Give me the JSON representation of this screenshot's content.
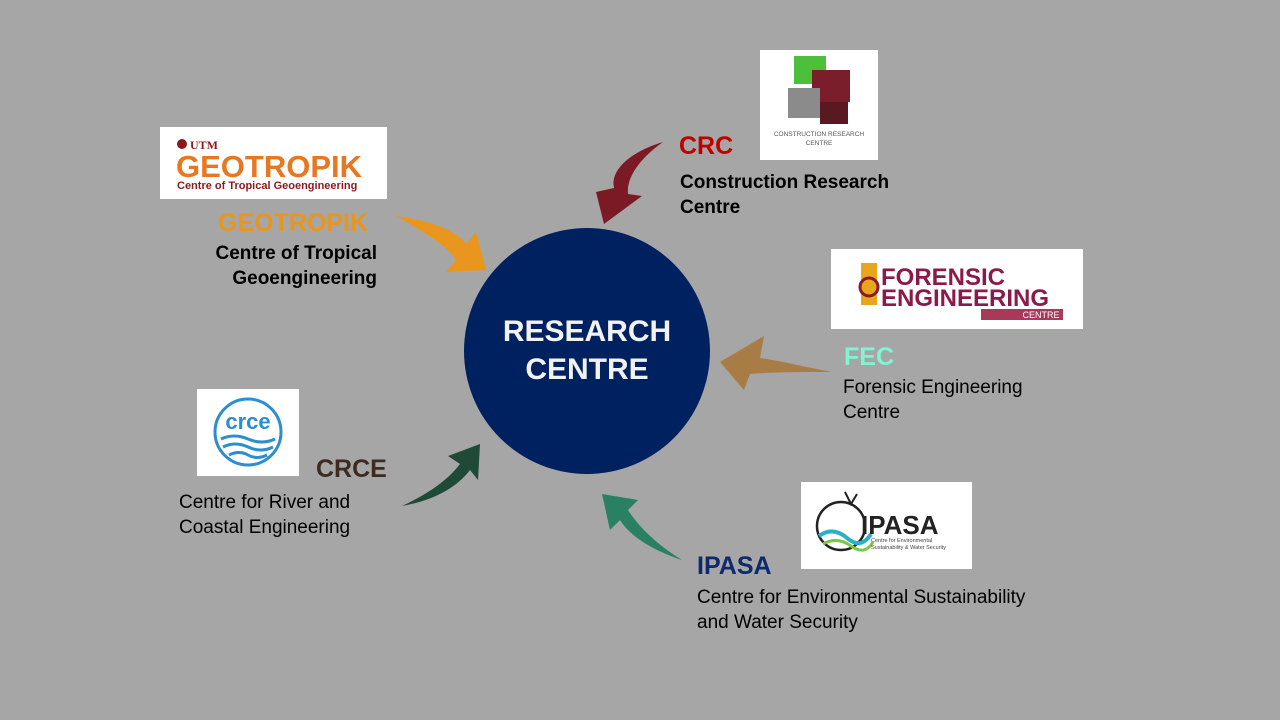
{
  "hub": {
    "line1": "RESEARCH",
    "line2": "CENTRE",
    "fill": "#00215f"
  },
  "centres": {
    "crc": {
      "acronym": "CRC",
      "color": "#c00000",
      "desc1": "Construction Research",
      "desc2": "Centre",
      "logo_text1": "CONSTRUCTION RESEARCH",
      "logo_text2": "CENTRE",
      "arrow_color": "#7b1a25"
    },
    "geotropik": {
      "acronym": "GEOTROPIK",
      "color": "#e8961e",
      "desc1": "Centre of Tropical",
      "desc2": "Geoengineering",
      "logo_utm": "UTM",
      "logo_word": "GEOTROPIK",
      "logo_sub": "Centre of Tropical Geoengineering",
      "arrow_color": "#e8961e"
    },
    "fec": {
      "acronym": "FEC",
      "color": "#7ff5d0",
      "desc1": "Forensic Engineering",
      "desc2": "Centre",
      "logo_word1": "FORENSIC",
      "logo_word2": "ENGINEERING",
      "logo_sub": "CENTRE",
      "arrow_color": "#a87d45"
    },
    "crce": {
      "acronym": "CRCE",
      "color": "#3d2b22",
      "desc1": "Centre for River and",
      "desc2": "Coastal Engineering",
      "logo_word": "crce",
      "arrow_color": "#1e4a37"
    },
    "ipasa": {
      "acronym": "IPASA",
      "color": "#0e2a6b",
      "desc1": "Centre for Environmental Sustainability",
      "desc2": "and Water Security",
      "logo_word": "IPASA",
      "logo_sub1": "Centre for Environmental",
      "logo_sub2": "Sustainability & Water Security",
      "arrow_color": "#2a8062"
    }
  }
}
